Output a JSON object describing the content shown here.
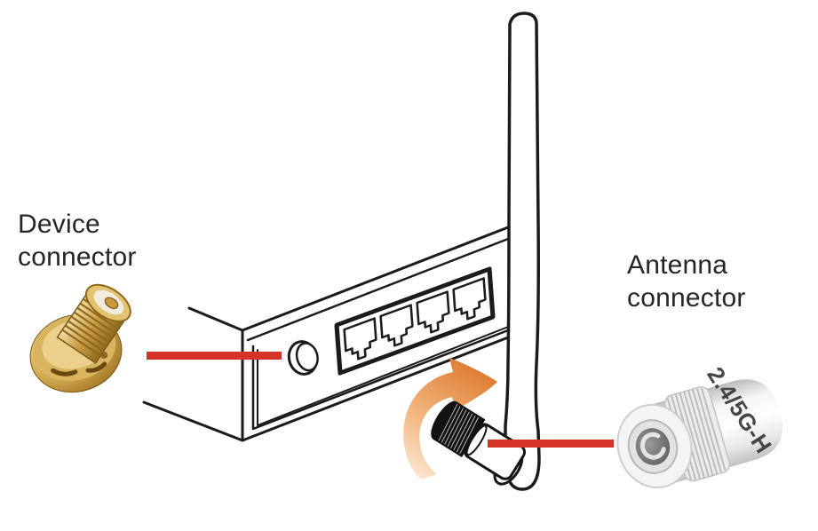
{
  "diagram": {
    "labels": {
      "device_connector": "Device connector",
      "antenna_connector": "Antenna connector"
    },
    "antenna_connector_marking": "2.4/5G-H",
    "router": {
      "ethernet_ports_visible": 4,
      "antenna_count": 1,
      "round_antenna_ports_visible": 1
    },
    "icons": {
      "rotation_arrow": "curved-arrow-screw-clockwise"
    },
    "colors": {
      "leader_line_red": "#D53228",
      "rotation_arrow_orange": "#DD7930",
      "line_art": "#1B1B1B",
      "device_connector_gold": "#C89B44",
      "antenna_connector_body": "#F2F2F2",
      "label_text": "#262626"
    }
  }
}
